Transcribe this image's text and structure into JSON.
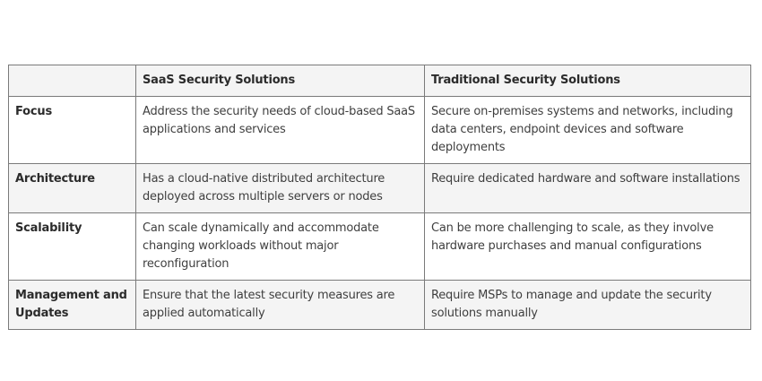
{
  "table": {
    "headers": [
      "",
      "SaaS Security Solutions",
      "Traditional Security Solutions"
    ],
    "rows": [
      {
        "label": "Focus",
        "saas": "Address the security needs of cloud-based SaaS applications and services",
        "traditional": "Secure on-premises systems and networks, including data centers, endpoint devices and software deployments"
      },
      {
        "label": "Architecture",
        "saas": "Has a cloud-native distributed architecture deployed across multiple servers or nodes",
        "traditional": "Require dedicated hardware and software installations"
      },
      {
        "label": "Scalability",
        "saas": "Can scale dynamically and accommodate changing workloads without major reconfiguration",
        "traditional": "Can be more challenging to scale, as they involve hardware purchases and manual configurations"
      },
      {
        "label": "Management and Updates",
        "saas": "Ensure that the latest security measures are applied automatically",
        "traditional": "Require MSPs to manage and update the security solutions manually"
      }
    ]
  },
  "colors": {
    "border": "#7a7a7a",
    "shaded_row": "#f4f4f4",
    "text": "#3f3f3f"
  }
}
